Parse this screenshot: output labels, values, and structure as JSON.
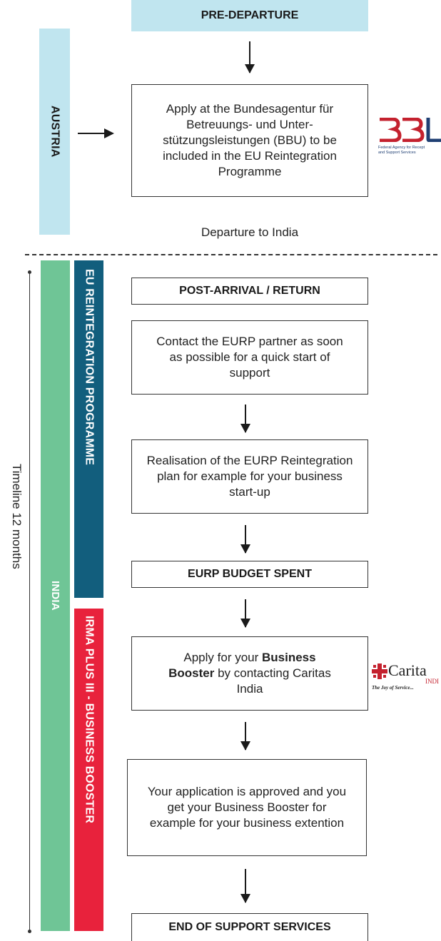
{
  "pre_departure": {
    "header": "PRE-DEPARTURE",
    "step_apply_bbu": "Apply at the Bundesagentur für Betreuungs- und Unter-stützungsleistungen (BBU) to be included in the EU Reintegration Programme",
    "departure_text": "Departure to India"
  },
  "bands": {
    "austria": "AUSTRIA",
    "india": "INDIA",
    "eurp": "EU REINTEGRATION PROGRAMME",
    "irma": "IRMA PLUS III - BUSINESS BOOSTER"
  },
  "timeline_label": "Timeline 12 months",
  "post_arrival": {
    "header": "POST-ARRIVAL / RETURN",
    "step_contact": "Contact the EURP partner as soon as possible for a quick start of support",
    "step_realisation": "Realisation of the EURP Reintegration plan for example for your business start-up",
    "budget_spent": "EURP BUDGET SPENT",
    "apply_prefix": "Apply for your ",
    "apply_bold": "Business Booster",
    "apply_suffix": " by contacting Caritas India",
    "approved": "Your application is approved and you get your Business Booster for example for your business extention",
    "end": "END OF SUPPORT SERVICES"
  },
  "logos": {
    "bbu_mark": "BBU",
    "bbu_caption_1": "Federal Agency for Recept",
    "bbu_caption_2": "and Support Services",
    "caritas_name": "Carita",
    "caritas_sub": "INDI",
    "caritas_tagline": "The Joy of Service..."
  },
  "colors": {
    "light_blue": "#c0e5ef",
    "green": "#6fc596",
    "dark_teal": "#125e7d",
    "red": "#e8223c",
    "bbu_red": "#c4212e"
  }
}
